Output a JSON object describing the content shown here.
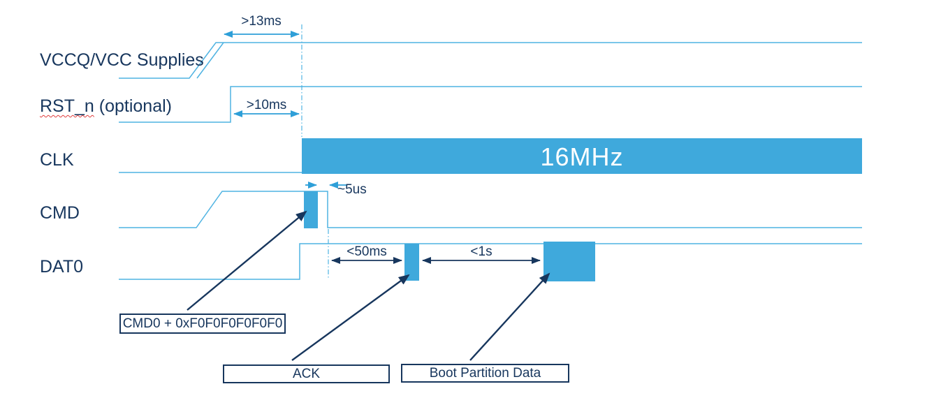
{
  "colors": {
    "background": "#FFFFFF",
    "signal_fill": "#3FA9DC",
    "signal_line": "#4FB3E2",
    "navy": "#17365D",
    "dimension_blue": "#2E9FD8",
    "squiggle_red": "#E03C3C",
    "bar_text_color": "#FFFFFF"
  },
  "signals": [
    {
      "label": "VCCQ/VCC Supplies"
    },
    {
      "label_main": "RST_n",
      "label_suffix": " (optional)"
    },
    {
      "label": "CLK",
      "bar_text": "16MHz"
    },
    {
      "label": "CMD"
    },
    {
      "label": "DAT0"
    }
  ],
  "dimensions": {
    "vcc_ramp": ">13ms",
    "rst": ">10ms",
    "cmd_gap": "~5us",
    "ack": "<50ms",
    "boot": "<1s"
  },
  "callouts": {
    "cmd0": "CMD0 + 0xF0F0F0F0F0F0",
    "ack": "ACK",
    "boot": "Boot Partition Data"
  }
}
